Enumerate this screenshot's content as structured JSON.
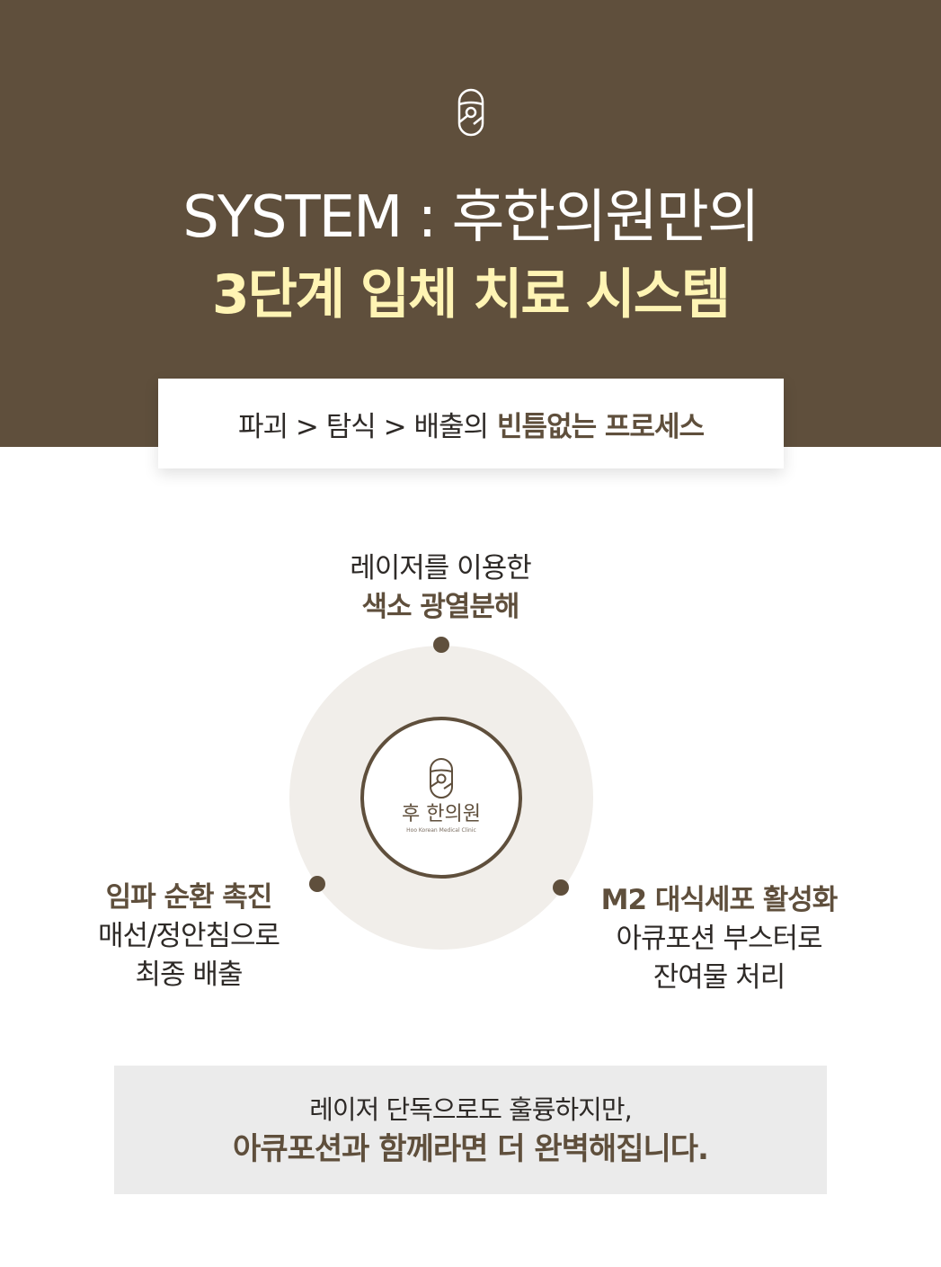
{
  "hero": {
    "title": "SYSTEM : 후한의원만의",
    "subtitle": "3단계 입체 치료 시스템",
    "logo_icon": "clinic-logo-icon"
  },
  "process": {
    "text": "파괴 > 탐식 > 배출의",
    "highlight": "빈틈없는 프로세스"
  },
  "center_logo": {
    "name": "후 한의원",
    "english": "Hoo Korean Medical Clinic"
  },
  "steps": {
    "top": {
      "line1": "레이저를 이용한",
      "line2": "색소 광열분해"
    },
    "left": {
      "line1": "임파 순환 촉진",
      "line2": "매선/정안침으로",
      "line3": "최종 배출"
    },
    "right": {
      "line1": "M2 대식세포 활성화",
      "line2": "아큐포션 부스터로",
      "line3": "잔여물 처리"
    }
  },
  "bottom": {
    "line1": "레이저 단독으로도 훌륭하지만,",
    "line2": "아큐포션과 함께라면 더 완벽해집니다."
  },
  "colors": {
    "brand_brown": "#5f4f3c",
    "highlight_yellow": "#fff4b4",
    "circle_bg": "#f1eeea",
    "bottom_bg": "#ebebeb"
  }
}
